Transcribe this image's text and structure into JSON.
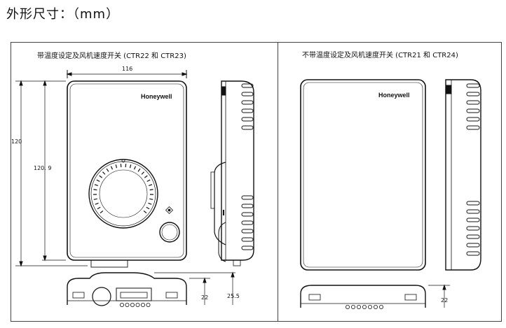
{
  "title": "外形尺寸：（mm）",
  "left_panel": {
    "caption": "带温度设定及风机速度开关 (CTR22 和 CTR23)",
    "brand": "Honeywell",
    "dims": {
      "width": "116",
      "height_outer": "120",
      "height_inner": "120. 9",
      "depth": "22",
      "depth_knob": "25.5"
    }
  },
  "right_panel": {
    "caption": "不带温度设定及风机速度开关 (CTR21 和 CTR24)",
    "brand": "Honeywell",
    "dims": {
      "depth": "22"
    }
  }
}
